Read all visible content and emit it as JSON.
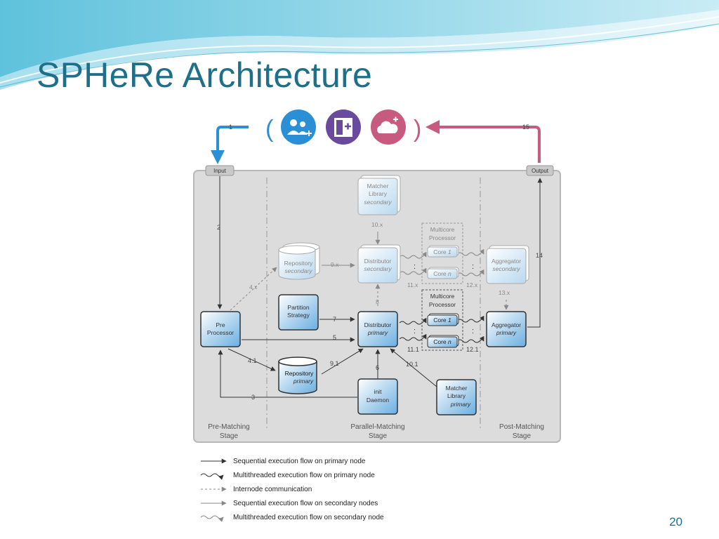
{
  "slide": {
    "title": "SPHeRe Architecture",
    "page_number": "20",
    "colors": {
      "title": "#1f6f8b",
      "accent_blue": "#2b8fd6",
      "accent_purple": "#6a4a9c",
      "accent_pink": "#c75b7f"
    }
  },
  "top_flow": {
    "left_number": "1",
    "right_number": "15",
    "open_paren": "(",
    "close_paren": ")",
    "icons": [
      "users-plus-icon",
      "hospital-plus-icon",
      "cloud-plus-icon"
    ]
  },
  "diagram": {
    "input_label": "Input",
    "output_label": "Output",
    "matcher_library_secondary": {
      "line1": "Matcher",
      "line2": "Library",
      "line3": "secondary"
    },
    "repository_secondary": {
      "line1": "Repository",
      "line2": "secondary"
    },
    "distributor_secondary": {
      "line1": "Distributor",
      "line2": "secondary"
    },
    "multicore_secondary": {
      "line1": "Multicore",
      "line2": "Processor"
    },
    "core_1_secondary": {
      "name": "Core",
      "index": "1"
    },
    "core_n_secondary": {
      "name": "Core",
      "index": "n"
    },
    "aggregator_secondary": {
      "line1": "Aggregator",
      "line2": "secondary"
    },
    "partition_strategy": {
      "line1": "Partition",
      "line2": "Strategy"
    },
    "pre_processor": {
      "line1": "Pre",
      "line2": "Processor"
    },
    "distributor_primary": {
      "line1": "Distributor",
      "line2": "primary"
    },
    "multicore_primary": {
      "line1": "Multicore",
      "line2": "Processor"
    },
    "core_1_primary": {
      "name": "Core",
      "index": "1"
    },
    "core_n_primary": {
      "name": "Core",
      "index": "n"
    },
    "aggregator_primary": {
      "line1": "Aggregator",
      "line2": "primary"
    },
    "repository_primary": {
      "line1": "Repository",
      "line2": "primary"
    },
    "init_daemon": {
      "line1": "init",
      "line2": "Daemon"
    },
    "matcher_library_primary": {
      "line1": "Matcher",
      "line2": "Library",
      "line3": "primary"
    },
    "edge_labels": {
      "e2": "2",
      "e3": "3",
      "e4x": "4.x",
      "e41": "4.1",
      "e5": "5",
      "e6": "6",
      "e7": "7",
      "e8": "8",
      "e9x": "9.x",
      "e91": "9.1",
      "e10x": "10.x",
      "e101": "10.1",
      "e11x": "11.x",
      "e111": "11.1",
      "e12x": "12.x",
      "e121": "12.1",
      "e13x": "13.x",
      "e14": "14"
    },
    "stages": {
      "pre": {
        "line1": "Pre-Matching",
        "line2": "Stage"
      },
      "parallel": {
        "line1": "Parallel-Matching",
        "line2": "Stage"
      },
      "post": {
        "line1": "Post-Matching",
        "line2": "Stage"
      }
    }
  },
  "legend": [
    {
      "label": "Sequential execution flow on primary node"
    },
    {
      "label": "Multithreaded execution flow on primary node"
    },
    {
      "label": "Internode communication"
    },
    {
      "label": "Sequential execution flow on secondary nodes"
    },
    {
      "label": "Multithreaded execution flow on secondary node"
    }
  ]
}
